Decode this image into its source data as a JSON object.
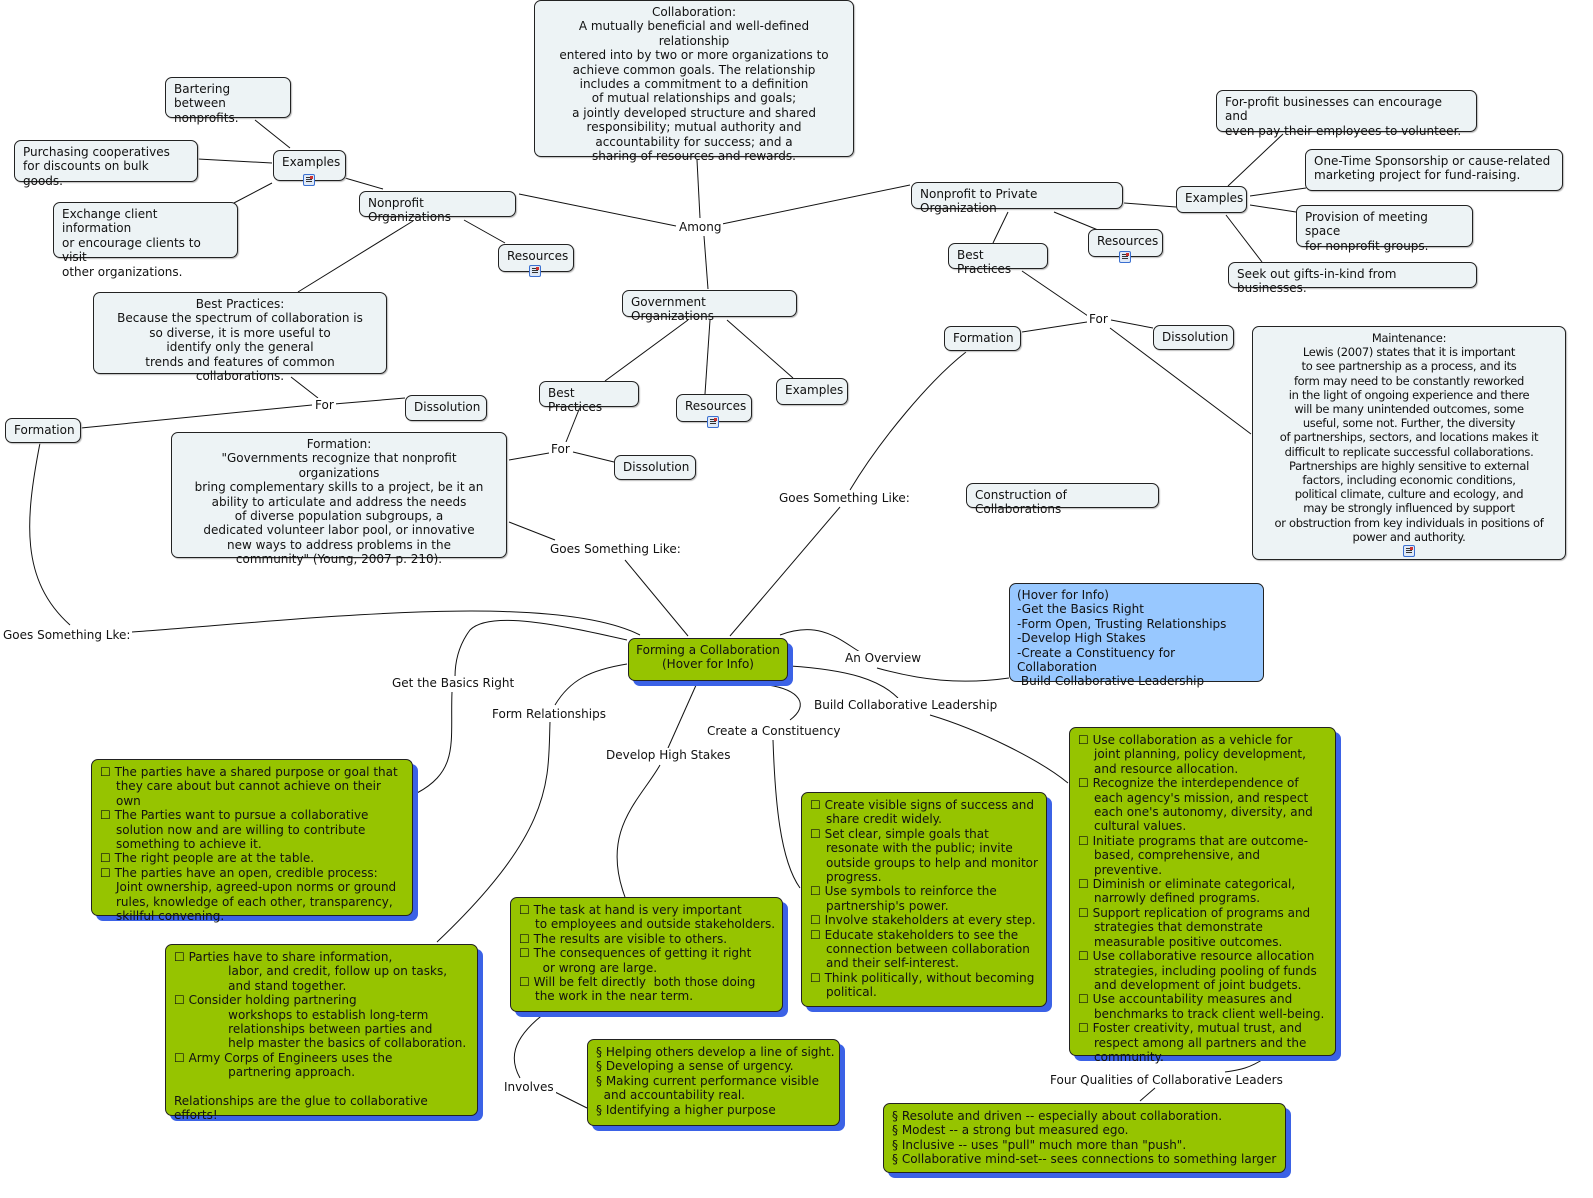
{
  "collaboration": "Collaboration:\nA mutually beneficial and well-defined relationship\nentered into by two or more organizations to\nachieve common goals. The relationship\nincludes a commitment to a definition\nof mutual relationships and goals;\na jointly developed structure and shared\nresponsibility; mutual authority and\naccountability for success; and a\nsharing of resources and rewards.",
  "among": "Among",
  "nonprofit": {
    "title": "Nonprofit Organizations",
    "examples": "Examples",
    "example_items": [
      "Bartering between\nnonprofits.",
      "Purchasing cooperatives\nfor discounts on bulk goods.",
      "Exchange client information\nor encourage clients to visit\nother organizations."
    ],
    "resources": "Resources",
    "best_practices": "Best Practices:\nBecause the spectrum of collaboration is\nso diverse, it is more useful to\nidentify only the general\ntrends and features of common collaborations.",
    "for": "For",
    "formation": "Formation",
    "dissolution": "Dissolution",
    "goes": "Goes Something Lke:"
  },
  "government": {
    "title": "Government Organizations",
    "best_practices": "Best Practices",
    "resources": "Resources",
    "examples": "Examples",
    "for": "For",
    "dissolution": "Dissolution",
    "formation": "Formation:\n\"Governments recognize that nonprofit organizations\nbring complementary skills to a project, be it an\nability to articulate and address the needs\nof diverse population subgroups, a\ndedicated volunteer labor pool, or innovative\nnew ways to address problems in the\ncommunity\" (Young, 2007 p. 210).",
    "goes": "Goes Something Like:"
  },
  "private": {
    "title": "Nonprofit to Private Organization",
    "best_practices": "Best Practices",
    "resources": "Resources",
    "examples": "Examples",
    "example_items": [
      "For-profit businesses can encourage and\neven pay their employees to volunteer.",
      "One-Time Sponsorship or cause-related\nmarketing project for fund-raising.",
      "Provision of meeting space\nfor nonprofit groups.",
      "Seek out gifts-in-kind from businesses."
    ],
    "for": "For",
    "formation": "Formation",
    "dissolution": "Dissolution",
    "maintenance": "Maintenance:\nLewis (2007) states that it is important\nto see partnership as a process, and its\nform may need to be constantly reworked\nin the light of ongoing experience and there\nwill be many unintended outcomes, some\nuseful, some not. Further, the diversity\nof partnerships, sectors, and locations makes it\ndifficult to replicate successful collaborations.\nPartnerships are highly sensitive to external\nfactors, including economic conditions,\npolitical climate, culture and ecology, and\nmay be strongly influenced by support\nor obstruction from key individuals in positions of\npower and authority.",
    "goes": "Goes Something Like:"
  },
  "construction": "Construction of Collaborations",
  "forming": "Forming a Collaboration\n(Hover for Info)",
  "overview_label": "An Overview",
  "overview": "(Hover for Info)\n-Get the Basics Right\n-Form Open, Trusting Relationships\n-Develop High Stakes\n-Create a Constituency for Collaboration\n-Build Collaborative Leadership",
  "branches": {
    "basics": "Get the Basics Right",
    "relationships": "Form Relationships",
    "stakes": "Develop High Stakes",
    "constituency": "Create a Constituency",
    "leadership": "Build Collaborative Leadership",
    "involves": "Involves",
    "four": "Four Qualities of Collaborative Leaders"
  },
  "basics_items": [
    "☐ The parties have a shared purpose or goal that\nthey care about but cannot achieve on their own",
    "☐ The Parties want to pursue a collaborative\nsolution now and are willing to contribute\nsomething to achieve it.",
    "☐ The right people are at the table.",
    "☐ The parties have an open, credible process:\nJoint ownership, agreed-upon norms or ground\nrules, knowledge of each other, transparency,\nskillful convening."
  ],
  "relationships_items": [
    "☐ Parties have to share information,\n          labor, and credit, follow up on tasks,\n          and stand together.",
    "☐ Consider holding partnering\n          workshops to establish long-term\n          relationships between parties and\n          help master the basics of collaboration.",
    "☐ Army Corps of Engineers uses the\n          partnering approach."
  ],
  "relationships_note": "Relationships are the glue to collaborative efforts!",
  "stakes_items": [
    "☐ The task at hand is very important\nto employees and outside stakeholders.",
    "☐ The results are visible to others.",
    "☐ The consequences of getting it right\n  or wrong are large.",
    "☐ Will be felt directly  both those doing\nthe work in the near term."
  ],
  "involves_items": [
    "§ Helping others develop a line of sight.",
    "§ Developing a sense of urgency.",
    "§ Making current performance visible\n  and accountability real.",
    "§ Identifying a higher purpose"
  ],
  "constituency_items": [
    "☐ Create visible signs of success and\nshare credit widely.",
    "☐ Set clear, simple goals that\nresonate with the public; invite\noutside groups to help and monitor\nprogress.",
    "☐ Use symbols to reinforce the\npartnership's power.",
    "☐ Involve stakeholders at every step.",
    "☐ Educate stakeholders to see the\nconnection between collaboration\nand their self-interest.",
    "☐ Think politically, without becoming\npolitical."
  ],
  "leadership_items": [
    "☐ Use collaboration as a vehicle for\njoint planning, policy development,\nand resource allocation.",
    "☐ Recognize the interdependence of\neach agency's mission, and respect\neach one's autonomy, diversity, and\ncultural values.",
    "☐ Initiate programs that are outcome-\nbased, comprehensive, and preventive.",
    "☐ Diminish or eliminate categorical,\nnarrowly defined programs.",
    "☐ Support replication of programs and\nstrategies that demonstrate\nmeasurable positive outcomes.",
    "☐ Use collaborative resource allocation\nstrategies, including pooling of funds\nand development of joint budgets.",
    "☐ Use accountability measures and\nbenchmarks to track client well-being.",
    "☐ Foster creativity, mutual trust, and\nrespect among all partners and the\ncommunity."
  ],
  "qualities_items": [
    "§ Resolute and driven -- especially about collaboration.",
    "§ Modest -- a strong but measured ego.",
    "§ Inclusive -- uses \"pull\" much more than \"push\".",
    "§ Collaborative mind-set-- sees connections to something larger"
  ],
  "colors": {
    "node": "#edf3f5",
    "green": "#96c400",
    "shadow": "#3b62e6",
    "blue": "#98c8ff"
  }
}
